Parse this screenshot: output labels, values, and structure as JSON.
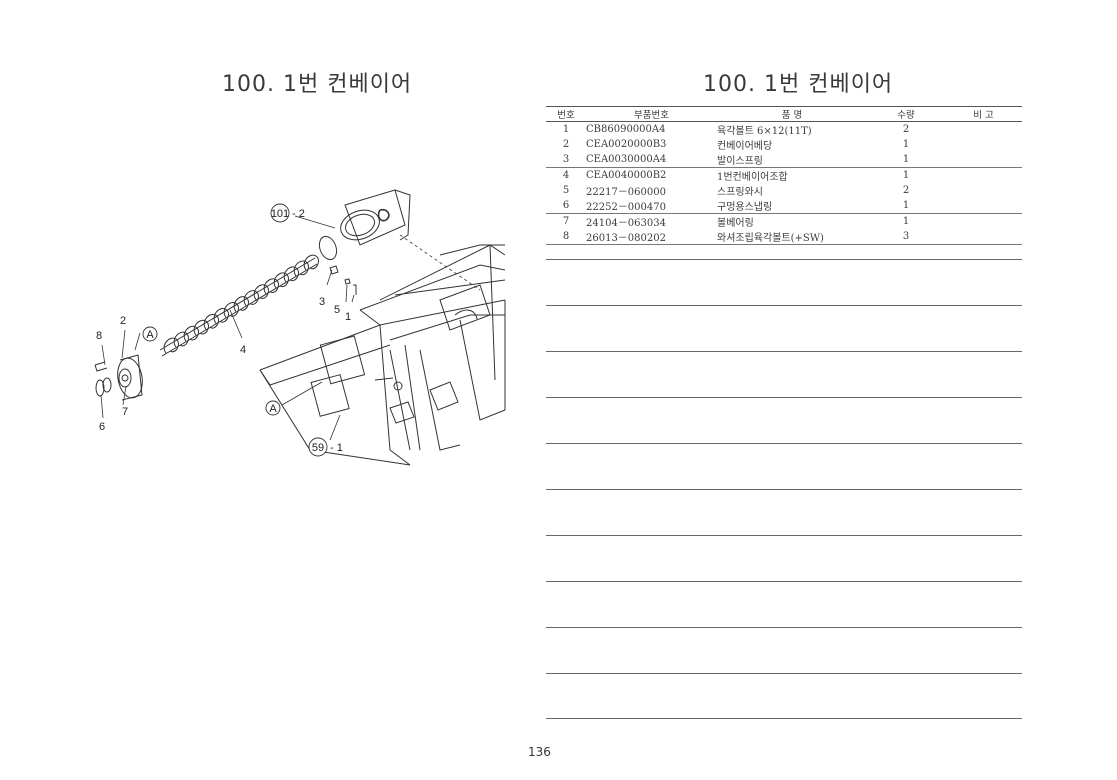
{
  "left": {
    "title": "100. 1번 컨베이어"
  },
  "right": {
    "title": "100. 1번 컨베이어"
  },
  "table": {
    "headers": {
      "no": "번호",
      "part_no": "부품번호",
      "name": "품 명",
      "qty": "수량",
      "remark": "비 고"
    },
    "rows": [
      {
        "no": "1",
        "part_no": "CB86090000A4",
        "name": "육각볼트 6×12(11T)",
        "qty": "2"
      },
      {
        "no": "2",
        "part_no": "CEA0020000B3",
        "name": "컨베이어베당",
        "qty": "1"
      },
      {
        "no": "3",
        "part_no": "CEA0030000A4",
        "name": "발이스프링",
        "qty": "1"
      },
      {
        "no": "4",
        "part_no": "CEA0040000B2",
        "name": "1번컨베이어조합",
        "qty": "1"
      },
      {
        "no": "5",
        "part_no": "22217－060000",
        "name": "스프링와시",
        "qty": "2"
      },
      {
        "no": "6",
        "part_no": "22252－000470",
        "name": "구멍용스냅링",
        "qty": "1"
      },
      {
        "no": "7",
        "part_no": "24104－063034",
        "name": "볼베어링",
        "qty": "1"
      },
      {
        "no": "8",
        "part_no": "26013－080202",
        "name": "와셔조립육각볼트(+SW)",
        "qty": "3"
      }
    ]
  },
  "diagram": {
    "callouts": {
      "c101": "101",
      "c101_num": "- 2",
      "c59": "59",
      "c59_num": "- 1",
      "l3": "3",
      "l5": "5",
      "l1": "1",
      "l4": "4",
      "l8": "8",
      "l2": "2",
      "l7": "7",
      "l6": "6",
      "a1": "A",
      "a2": "A"
    }
  },
  "footer": {
    "page_number": "136"
  }
}
